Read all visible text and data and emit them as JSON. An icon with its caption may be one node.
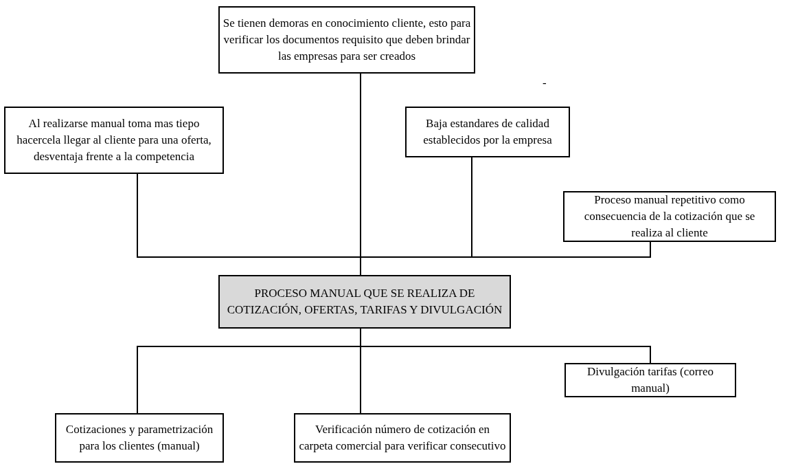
{
  "diagram": {
    "nodes": [
      {
        "text": [
          "Se tienen demoras en conocimiento cliente, esto para  verificar los documentos requisito que deben brindar las empresas para ser creados"
        ]
      },
      {
        "text": [
          "Al realizarse manual toma mas tiepo hacercela llegar al cliente para una oferta, desventaja frente a la competencia"
        ]
      },
      {
        "text": [
          "Baja estandares de calidad establecidos por la empresa"
        ]
      },
      {
        "text": [
          "Proceso manual repetitivo como consecuencia de la cotización que se realiza al cliente"
        ]
      },
      {
        "text": [
          "PROCESO MANUAL QUE SE REALIZA DE COTIZACIÓN, OFERTAS, TARIFAS Y DIVULGACIÓN"
        ]
      },
      {
        "text": [
          "Divulgación tarifas (correo manual)"
        ]
      },
      {
        "text": [
          "Cotizaciones y parametrización para los clientes (manual)"
        ]
      },
      {
        "text": [
          "Verificación número de cotización en carpeta comercial para verificar consecutivo"
        ]
      }
    ],
    "edges": [
      {
        "from": 0,
        "to": 4,
        "arrow": "none"
      },
      {
        "from": 1,
        "to": 4,
        "arrow": "none"
      },
      {
        "from": 2,
        "to": 4,
        "arrow": "none"
      },
      {
        "from": 3,
        "to": 4,
        "arrow": "none"
      },
      {
        "from": 4,
        "to": 5,
        "arrow": "none"
      },
      {
        "from": 4,
        "to": 6,
        "arrow": "none"
      },
      {
        "from": 4,
        "to": 7,
        "arrow": "none"
      }
    ],
    "labels": [
      "-"
    ]
  }
}
